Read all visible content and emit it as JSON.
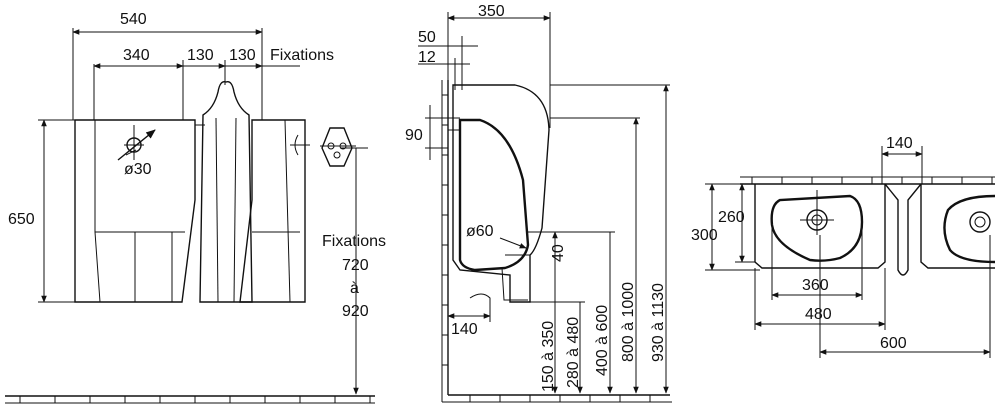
{
  "front_view": {
    "overall_width": "540",
    "inner_width": "340",
    "divider_left": "130",
    "divider_right": "130",
    "fixations_top": "Fixations",
    "height": "650",
    "hole_diameter": "ø30",
    "fixations_side_1": "Fixations",
    "fixations_side_2": "720",
    "fixations_side_3": "à",
    "fixations_side_4": "920"
  },
  "side_view": {
    "depth": "350",
    "offset_50": "50",
    "offset_12": "12",
    "inlet_90": "90",
    "outlet_diameter": "ø60",
    "base_140": "140",
    "v40": "40",
    "v150_350": "150 à 350",
    "v280_480": "280 à 480",
    "v400_600": "400 à 600",
    "v800_1000": "800 à 1000",
    "v930_1130": "930 à 1130"
  },
  "top_view": {
    "gap_140": "140",
    "depth_260": "260",
    "depth_300": "300",
    "bowl_360": "360",
    "width_480": "480",
    "spacing_600": "600"
  }
}
